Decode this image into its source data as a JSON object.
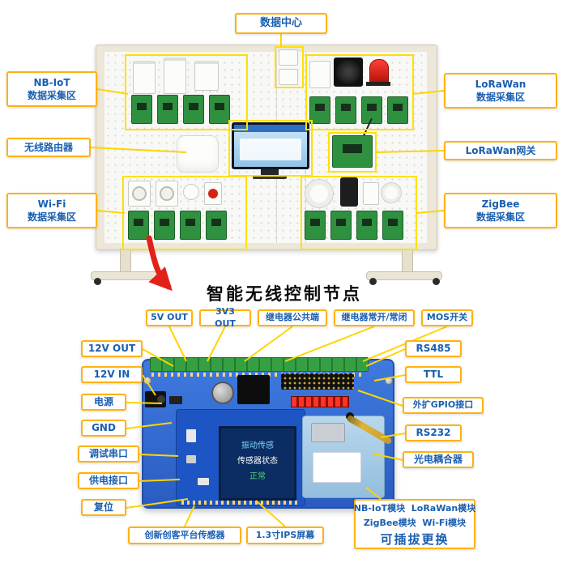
{
  "colors": {
    "callout_border": "#feb211",
    "callout_text": "#1a5fb0",
    "connector_line": "#ffd400",
    "highlight_box": "#ffe000",
    "arrow": "#e32119",
    "pcb_blue": "#2f6bd0"
  },
  "panel": {
    "callout_data_center": "数据中心",
    "callout_nbiot": "NB-IoT\n数据采集区",
    "callout_router": "无线路由器",
    "callout_wifi": "Wi-Fi\n数据采集区",
    "callout_lorawan_area": "LoRaWan\n数据采集区",
    "callout_lorawan_gateway": "LoRaWan网关",
    "callout_zigbee": "ZigBee\n数据采集区"
  },
  "section": {
    "title": "智能无线控制节点"
  },
  "board": {
    "callout_5v_out": "5V OUT",
    "callout_3v3_out": "3V3 OUT",
    "callout_relay_common": "继电器公共端",
    "callout_relay_no_nc": "继电器常开/常闭",
    "callout_mos_switch": "MOS开关",
    "callout_12v_out": "12V OUT",
    "callout_12v_in": "12V IN",
    "callout_power": "电源",
    "callout_gnd": "GND",
    "callout_debug_uart": "调试串口",
    "callout_supply_port": "供电接口",
    "callout_reset": "复位",
    "callout_rs485": "RS485",
    "callout_ttl": "TTL",
    "callout_gpio": "外扩GPIO接口",
    "callout_rs232": "RS232",
    "callout_optocoupler": "光电耦合器",
    "callout_maker_sensor": "创新创客平台传感器",
    "callout_ips_screen": "1.3寸IPS屏幕",
    "modules_line1": "NB-IoT模块  LoRaWan模块",
    "modules_line2": "ZigBee模块  Wi-Fi模块",
    "modules_line3": "可插拔更换",
    "lcd_line1": "振动传感",
    "lcd_line2": "传感器状态",
    "lcd_line3": "正常"
  }
}
